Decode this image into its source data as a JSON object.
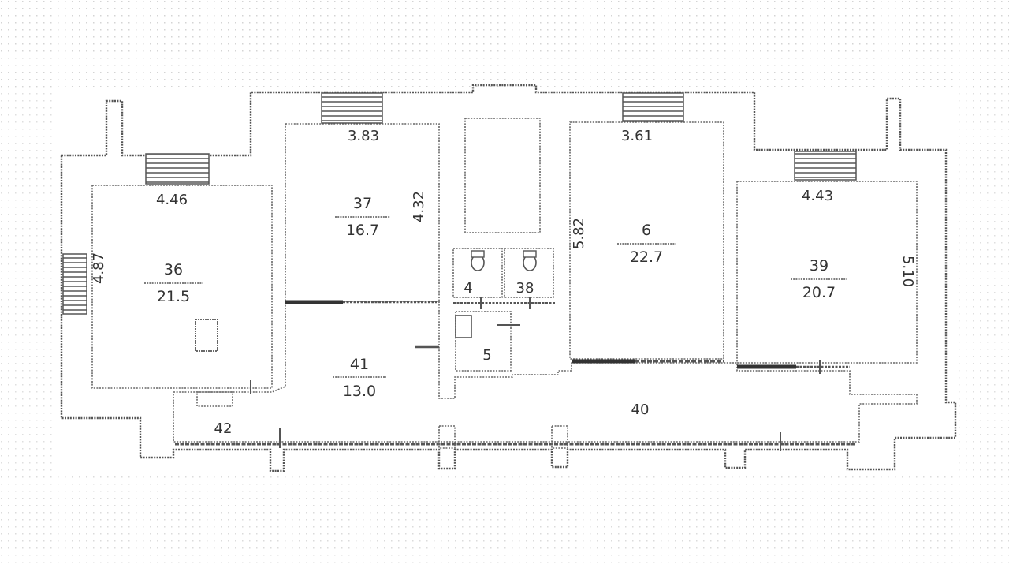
{
  "rooms": {
    "r36": {
      "number": "36",
      "area": "21.5"
    },
    "r37": {
      "number": "37",
      "area": "16.7"
    },
    "r6": {
      "number": "6",
      "area": "22.7"
    },
    "r39": {
      "number": "39",
      "area": "20.7"
    },
    "r41": {
      "number": "41",
      "area": "13.0"
    },
    "r4": {
      "number": "4"
    },
    "r38": {
      "number": "38"
    },
    "r5": {
      "number": "5"
    },
    "r40": {
      "number": "40"
    },
    "r42": {
      "number": "42"
    }
  },
  "dimensions": {
    "d383": "3.83",
    "d361": "3.61",
    "d446": "4.46",
    "d443": "4.43",
    "d432": "4.32",
    "d582": "5.82",
    "d487": "4.87",
    "d510": "5.10"
  },
  "colors": {
    "wall": "#555555",
    "pattern_dot": "#8a8a8a",
    "text": "#333333"
  }
}
